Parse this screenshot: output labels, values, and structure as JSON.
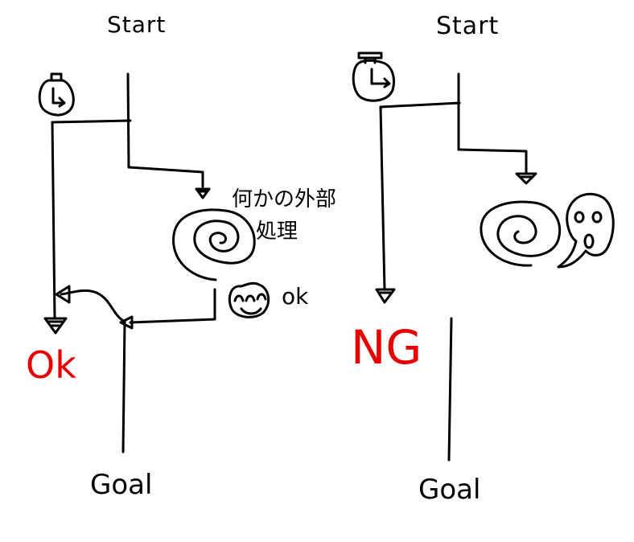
{
  "left_panel": {
    "start_label": "Start",
    "external_process_line1": "何かの外部",
    "external_process_line2": "処理",
    "ok_small_label": "ok",
    "result_label": "Ok",
    "goal_label": "Goal",
    "result_color": "#e60000"
  },
  "right_panel": {
    "start_label": "Start",
    "result_label": "NG",
    "goal_label": "Goal",
    "result_color": "#e60000"
  },
  "icons": [
    "stopwatch-icon",
    "spiral-process-icon",
    "happy-face-icon",
    "ghost-face-icon",
    "arrowhead-icon"
  ]
}
